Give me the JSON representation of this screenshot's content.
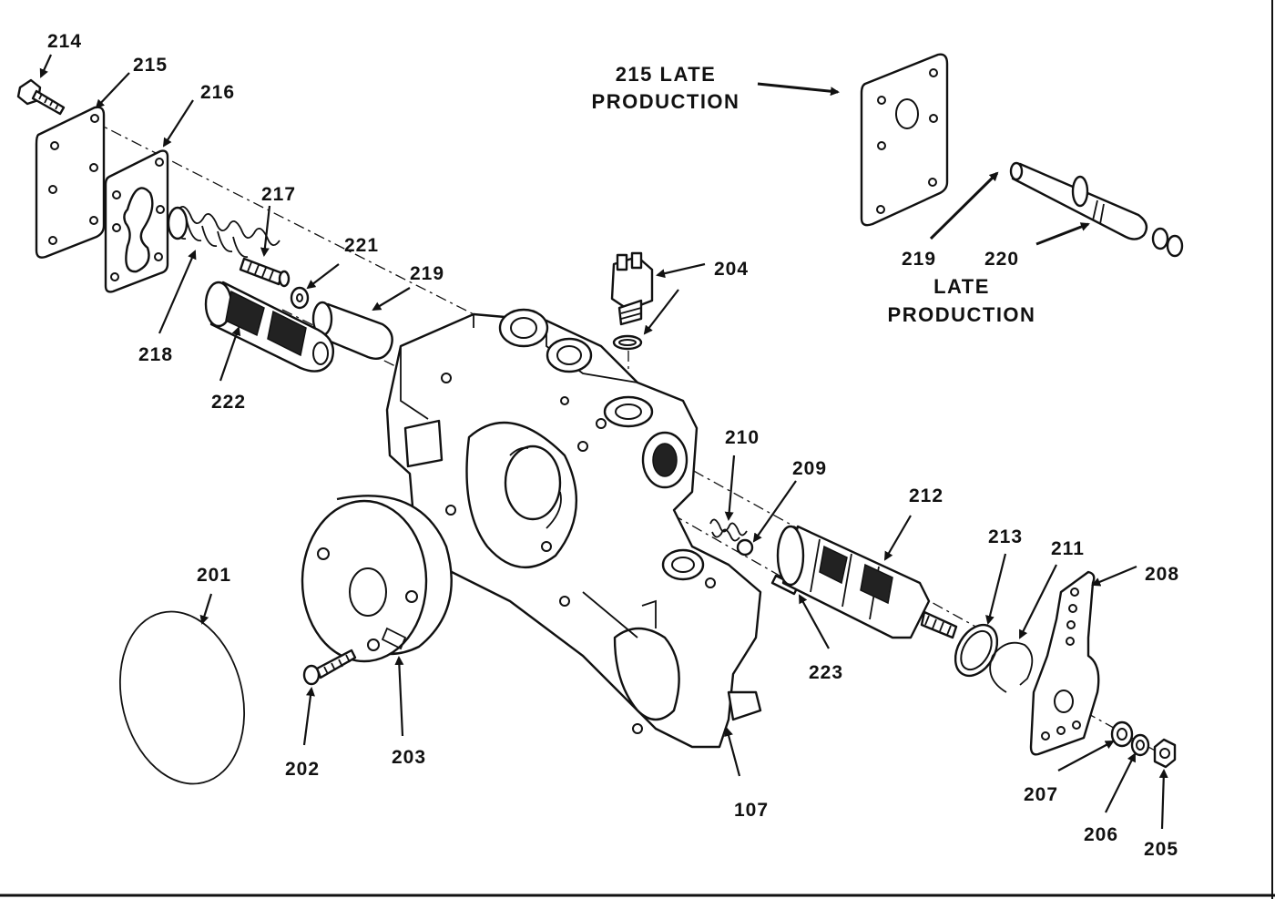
{
  "diagram": {
    "callouts": [
      {
        "id": "214",
        "text": "214"
      },
      {
        "id": "215",
        "text": "215"
      },
      {
        "id": "216",
        "text": "216"
      },
      {
        "id": "217",
        "text": "217"
      },
      {
        "id": "218",
        "text": "218"
      },
      {
        "id": "221",
        "text": "221"
      },
      {
        "id": "219",
        "text": "219"
      },
      {
        "id": "222",
        "text": "222"
      },
      {
        "id": "204",
        "text": "204"
      },
      {
        "id": "210",
        "text": "210"
      },
      {
        "id": "209",
        "text": "209"
      },
      {
        "id": "212",
        "text": "212"
      },
      {
        "id": "213",
        "text": "213"
      },
      {
        "id": "211",
        "text": "211"
      },
      {
        "id": "208",
        "text": "208"
      },
      {
        "id": "201",
        "text": "201"
      },
      {
        "id": "202",
        "text": "202"
      },
      {
        "id": "203",
        "text": "203"
      },
      {
        "id": "223",
        "text": "223"
      },
      {
        "id": "107",
        "text": "107"
      },
      {
        "id": "207",
        "text": "207"
      },
      {
        "id": "206",
        "text": "206"
      },
      {
        "id": "205",
        "text": "205"
      },
      {
        "id": "219b",
        "text": "219"
      },
      {
        "id": "220",
        "text": "220"
      }
    ],
    "notes": {
      "late_215_line1": "215 LATE",
      "late_215_line2": "PRODUCTION",
      "late_219_line1": "LATE",
      "late_219_line2": "PRODUCTION"
    }
  }
}
